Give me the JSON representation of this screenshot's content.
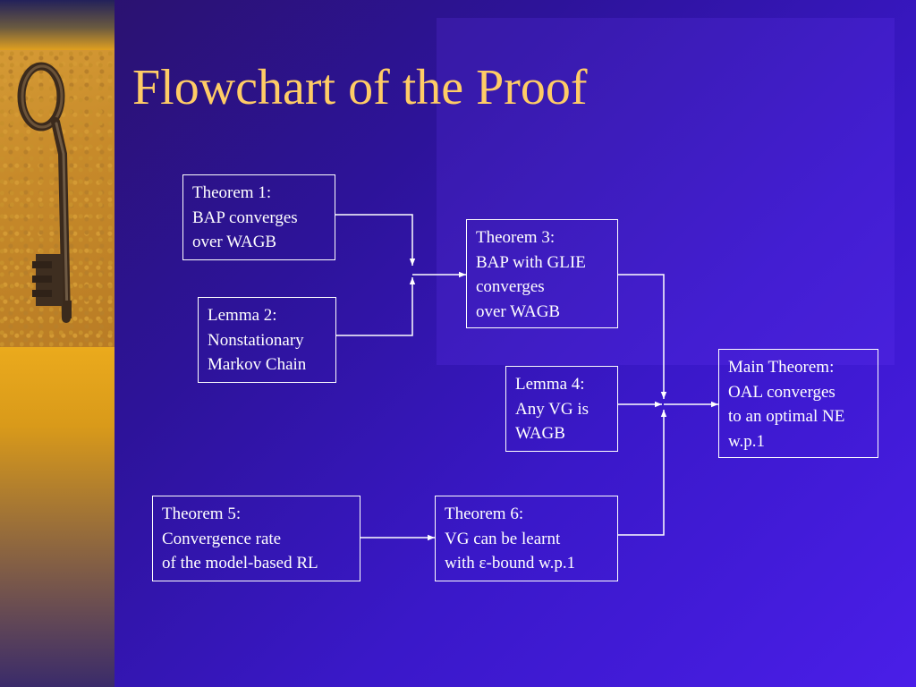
{
  "slide": {
    "title": "Flowchart of the Proof"
  },
  "boxes": {
    "theorem1": {
      "lines": [
        "Theorem 1:",
        "BAP converges",
        "over WAGB"
      ]
    },
    "lemma2": {
      "lines": [
        "Lemma 2:",
        "Nonstationary",
        "Markov Chain"
      ]
    },
    "theorem3": {
      "lines": [
        "Theorem 3:",
        "BAP with GLIE",
        "converges",
        "over WAGB"
      ]
    },
    "lemma4": {
      "lines": [
        "Lemma 4:",
        "Any VG is",
        "WAGB"
      ]
    },
    "main_theorem": {
      "lines": [
        "Main Theorem:",
        "OAL converges",
        "to an optimal NE",
        "w.p.1"
      ]
    },
    "theorem5": {
      "lines": [
        "Theorem 5:",
        "Convergence rate",
        "of the model-based RL"
      ]
    },
    "theorem6": {
      "lines": [
        "Theorem 6:",
        "VG can be learnt",
        "with ε-bound w.p.1"
      ]
    }
  },
  "edges": [
    {
      "from": "Theorem 1",
      "to": "Theorem 3"
    },
    {
      "from": "Lemma 2",
      "to": "Theorem 3"
    },
    {
      "from": "Theorem 3",
      "to": "Main Theorem"
    },
    {
      "from": "Lemma 4",
      "to": "Main Theorem"
    },
    {
      "from": "Theorem 5",
      "to": "Theorem 6"
    },
    {
      "from": "Theorem 6",
      "to": "Main Theorem"
    }
  ],
  "colors": {
    "title": "#ffcc66",
    "text": "#ffffff",
    "background": "#3a18c9",
    "sidebar": "#f3b21e"
  },
  "icons": {
    "sidebar_image": "antique-key-icon"
  }
}
